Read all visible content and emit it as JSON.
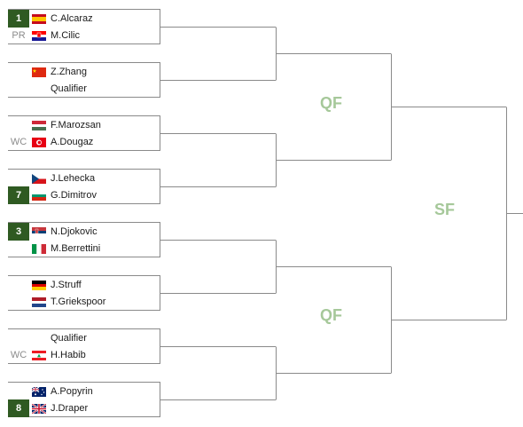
{
  "rounds": {
    "qf_top": "QF",
    "qf_bottom": "QF",
    "sf": "SF"
  },
  "matches": [
    {
      "players": [
        {
          "seed": "1",
          "seed_type": "num",
          "flag": "esp",
          "name": "C.Alcaraz"
        },
        {
          "seed": "PR",
          "seed_type": "tag",
          "flag": "cro",
          "name": "M.Cilic"
        }
      ]
    },
    {
      "players": [
        {
          "seed": "",
          "seed_type": "none",
          "flag": "chn",
          "name": "Z.Zhang"
        },
        {
          "seed": "",
          "seed_type": "none",
          "flag": "",
          "name": "Qualifier"
        }
      ]
    },
    {
      "players": [
        {
          "seed": "",
          "seed_type": "none",
          "flag": "hun",
          "name": "F.Marozsan"
        },
        {
          "seed": "WC",
          "seed_type": "tag",
          "flag": "tun",
          "name": "A.Dougaz"
        }
      ]
    },
    {
      "players": [
        {
          "seed": "",
          "seed_type": "none",
          "flag": "cze",
          "name": "J.Lehecka"
        },
        {
          "seed": "7",
          "seed_type": "num",
          "flag": "bul",
          "name": "G.Dimitrov"
        }
      ]
    },
    {
      "players": [
        {
          "seed": "3",
          "seed_type": "num",
          "flag": "srb",
          "name": "N.Djokovic"
        },
        {
          "seed": "",
          "seed_type": "none",
          "flag": "ita",
          "name": "M.Berrettini"
        }
      ]
    },
    {
      "players": [
        {
          "seed": "",
          "seed_type": "none",
          "flag": "ger",
          "name": "J.Struff"
        },
        {
          "seed": "",
          "seed_type": "none",
          "flag": "ned",
          "name": "T.Griekspoor"
        }
      ]
    },
    {
      "players": [
        {
          "seed": "",
          "seed_type": "none",
          "flag": "",
          "name": "Qualifier"
        },
        {
          "seed": "WC",
          "seed_type": "tag",
          "flag": "lbn",
          "name": "H.Habib"
        }
      ]
    },
    {
      "players": [
        {
          "seed": "",
          "seed_type": "none",
          "flag": "aus",
          "name": "A.Popyrin"
        },
        {
          "seed": "8",
          "seed_type": "num",
          "flag": "gbr",
          "name": "J.Draper"
        }
      ]
    }
  ],
  "colors": {
    "seed_bg": "#2f5a22",
    "round_label": "#a6c89a",
    "line": "#8a8a8a"
  }
}
